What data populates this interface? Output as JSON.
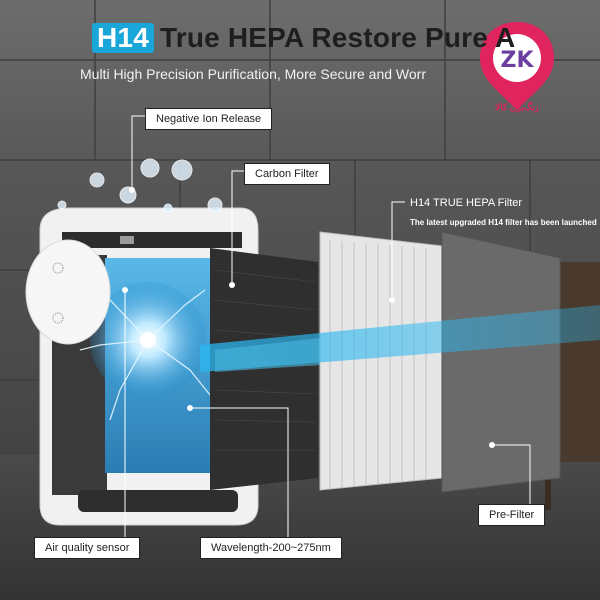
{
  "headline": {
    "badge": "H14",
    "text": "True HEPA Restore Pure A"
  },
  "subheadline": "Multi High Precision Purification, More Secure and Worr",
  "watermark": {
    "letters": "ZK",
    "caption": "زنگ‌بزن کالا"
  },
  "callouts": {
    "negative_ion": "Negative Ion Release",
    "carbon_filter": "Carbon Filter",
    "hepa_filter": "H14 TRUE HEPA Filter",
    "hepa_note": "The latest upgraded H14 filter has been launched",
    "air_quality": "Air quality sensor",
    "wavelength": "Wavelength-200~275nm",
    "pre_filter": "Pre-Filter"
  },
  "colors": {
    "accent": "#1aa6d8",
    "watermark": "#e0245e",
    "wall": "#565656",
    "beam": "#2bb7f0"
  }
}
